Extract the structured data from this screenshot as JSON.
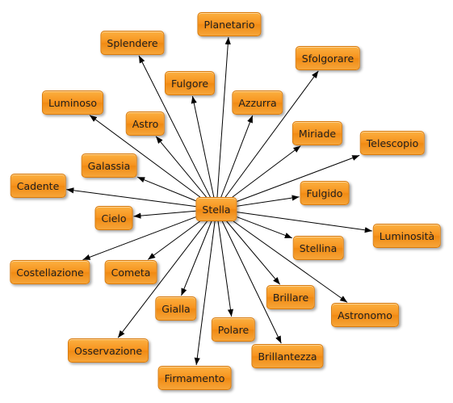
{
  "diagram": {
    "center": "Stella",
    "colors": {
      "node_fill": "#f7931e",
      "node_border": "#d97a0a",
      "edge": "#000000",
      "background": "#ffffff"
    },
    "nodes": [
      {
        "id": "planetario",
        "label": "Planetario"
      },
      {
        "id": "splendere",
        "label": "Splendere"
      },
      {
        "id": "sfolgorare",
        "label": "Sfolgorare"
      },
      {
        "id": "fulgore",
        "label": "Fulgore"
      },
      {
        "id": "luminoso",
        "label": "Luminoso"
      },
      {
        "id": "azzurra",
        "label": "Azzurra"
      },
      {
        "id": "astro",
        "label": "Astro"
      },
      {
        "id": "miriade",
        "label": "Miriade"
      },
      {
        "id": "telescopio",
        "label": "Telescopio"
      },
      {
        "id": "galassia",
        "label": "Galassia"
      },
      {
        "id": "cadente",
        "label": "Cadente"
      },
      {
        "id": "fulgido",
        "label": "Fulgido"
      },
      {
        "id": "cielo",
        "label": "Cielo"
      },
      {
        "id": "luminosita",
        "label": "Luminosità"
      },
      {
        "id": "stellina",
        "label": "Stellina"
      },
      {
        "id": "costellazione",
        "label": "Costellazione"
      },
      {
        "id": "cometa",
        "label": "Cometa"
      },
      {
        "id": "brillare",
        "label": "Brillare"
      },
      {
        "id": "gialla",
        "label": "Gialla"
      },
      {
        "id": "astronomo",
        "label": "Astronomo"
      },
      {
        "id": "polare",
        "label": "Polare"
      },
      {
        "id": "osservazione",
        "label": "Osservazione"
      },
      {
        "id": "brillantezza",
        "label": "Brillantezza"
      },
      {
        "id": "firmamento",
        "label": "Firmamento"
      }
    ]
  }
}
